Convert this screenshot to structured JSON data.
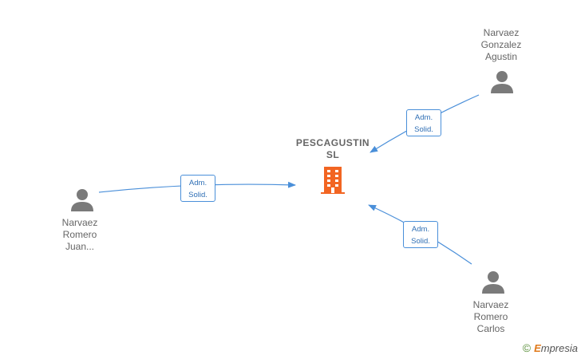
{
  "company": {
    "name_line1": "PESCAGUSTIN",
    "name_line2": "SL",
    "icon": "building-icon",
    "icon_color": "#f26522"
  },
  "people": [
    {
      "id": "gonzalez",
      "lines": [
        "Narvaez",
        "Gonzalez",
        "Agustin"
      ],
      "icon": "person-icon"
    },
    {
      "id": "juan",
      "lines": [
        "Narvaez",
        "Romero",
        "Juan..."
      ],
      "icon": "person-icon"
    },
    {
      "id": "carlos",
      "lines": [
        "Narvaez",
        "Romero",
        "Carlos"
      ],
      "icon": "person-icon"
    }
  ],
  "relations": [
    {
      "from": "gonzalez",
      "line1": "Adm.",
      "line2": "Solid."
    },
    {
      "from": "juan",
      "line1": "Adm.",
      "line2": "Solid."
    },
    {
      "from": "carlos",
      "line1": "Adm.",
      "line2": "Solid."
    }
  ],
  "colors": {
    "edge": "#4a8fd9",
    "person": "#7a7a7a",
    "label_text": "#666666"
  },
  "footer": {
    "copyright_symbol": "©",
    "brand_initial": "E",
    "brand_rest": "mpresia"
  }
}
